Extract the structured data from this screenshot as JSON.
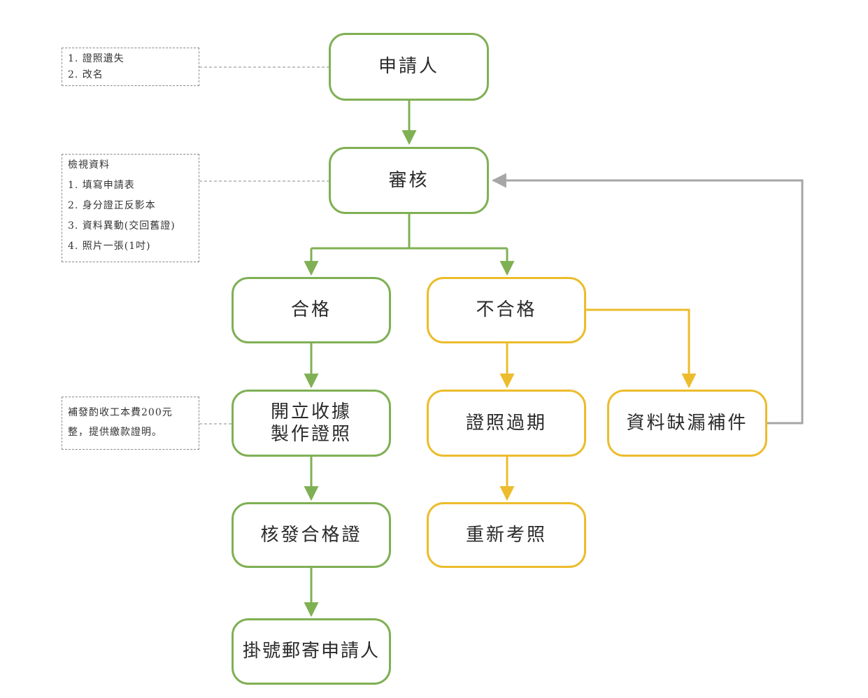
{
  "colors": {
    "pass_path": "#7fb054",
    "fail_path": "#ecbc2c",
    "loop_back": "#a6a6a6",
    "note_border": "#8a8a8a"
  },
  "nodes": {
    "applicant": "申請人",
    "review": "審核",
    "pass": "合格",
    "fail": "不合格",
    "receipt_line1": "開立收據",
    "receipt_line2": "製作證照",
    "issue_certificate": "核發合格證",
    "mail_applicant": "掛號郵寄申請人",
    "license_expired": "證照過期",
    "retake_exam": "重新考照",
    "supplement_missing": "資料缺漏補件"
  },
  "notes": {
    "applicant_reasons": [
      "1. 證照遺失",
      "2. 改名"
    ],
    "review_checklist": [
      "檢視資料",
      "1. 填寫申請表",
      "2. 身分證正反影本",
      "3. 資料異動(交回舊證)",
      "4. 照片一張(1吋)"
    ],
    "fee": [
      "補發酌收工本費200元",
      "整，提供繳款證明。"
    ]
  }
}
